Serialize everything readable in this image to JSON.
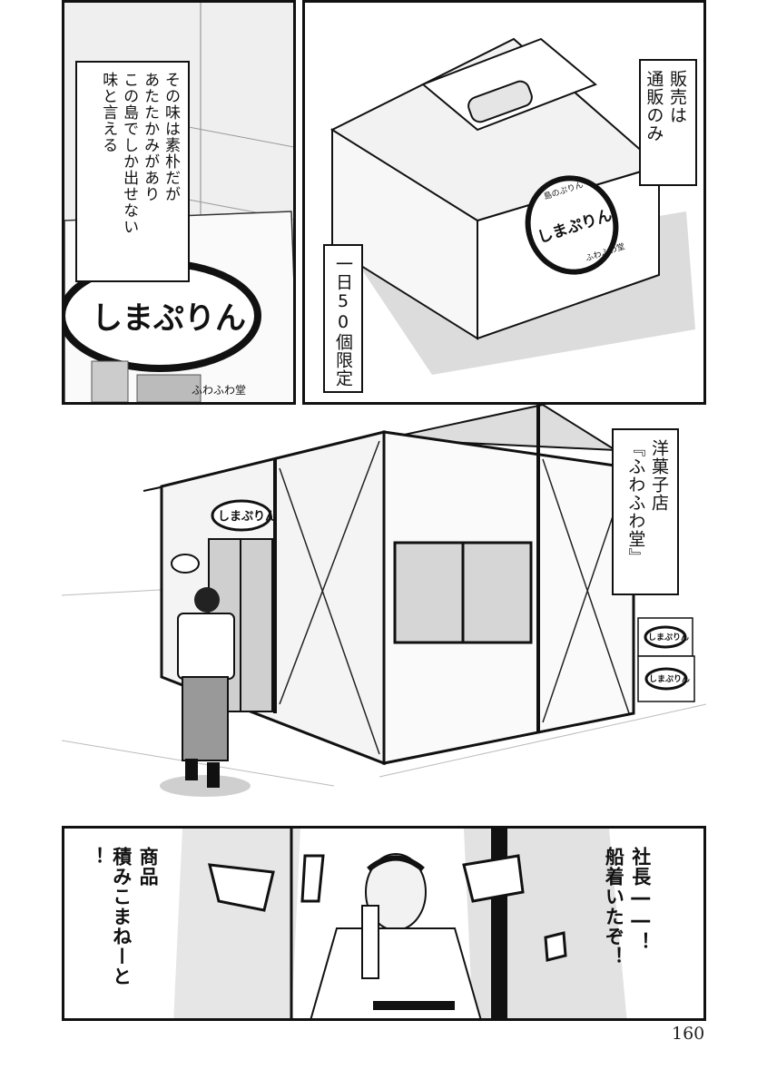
{
  "page_number": "160",
  "panels": {
    "top_left": {
      "caption_lines": [
        "その味は素朴だが",
        "あたたかみがあり",
        "この島でしか出せない",
        "味と言える"
      ],
      "sign_text": "しまぷりん",
      "shop_small": "ふわふわ堂"
    },
    "top_right": {
      "caption_right_lines": [
        "販売は",
        "通販のみ"
      ],
      "caption_left_lines": [
        "一日50個限定"
      ],
      "box_logo": "しまぷりん",
      "box_small_top": "島のぷりん",
      "box_small_bottom": "ふわふわ堂"
    },
    "middle": {
      "caption_lines": [
        "洋菓子店",
        "『ふわふわ堂』"
      ],
      "sign_text": "しまぷりん",
      "box_logo_1": "しまぷりん",
      "box_logo_2": "しまぷりん"
    },
    "bottom": {
      "speech_right_lines": [
        "社長――！",
        "船着いたぞ！"
      ],
      "speech_left_lines": [
        "商品",
        "積みこまねーと",
        "！"
      ]
    }
  },
  "colors": {
    "ink": "#111111",
    "paper": "#ffffff",
    "screentone": "#d9d9d9"
  }
}
